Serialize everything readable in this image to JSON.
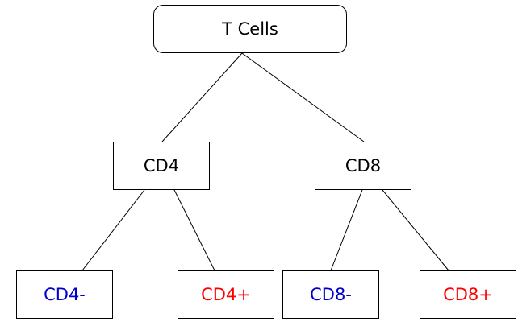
{
  "tree": {
    "root": {
      "label": "T Cells"
    },
    "cd4": {
      "label": "CD4",
      "negative": {
        "label": "CD4-",
        "color": "#0000cc"
      },
      "positive": {
        "label": "CD4+",
        "color": "#ff0000"
      }
    },
    "cd8": {
      "label": "CD8",
      "negative": {
        "label": "CD8-",
        "color": "#0000cc"
      },
      "positive": {
        "label": "CD8+",
        "color": "#ff0000"
      }
    }
  },
  "edges": [
    {
      "from": "T Cells",
      "to": "CD4"
    },
    {
      "from": "T Cells",
      "to": "CD8"
    },
    {
      "from": "CD4",
      "to": "CD4-"
    },
    {
      "from": "CD4",
      "to": "CD4+"
    },
    {
      "from": "CD8",
      "to": "CD8-"
    },
    {
      "from": "CD8",
      "to": "CD8+"
    }
  ]
}
